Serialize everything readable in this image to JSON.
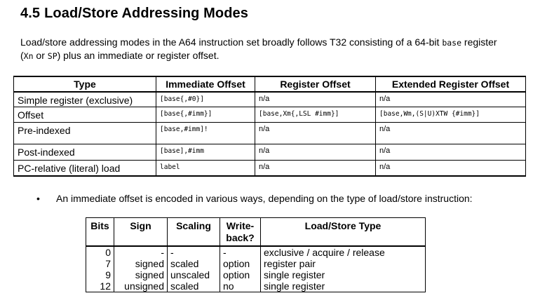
{
  "section": {
    "number": "4.5",
    "title": "Load/Store Addressing Modes"
  },
  "intro": {
    "part1": "Load/store addressing modes in the A64 instruction set broadly follows T32 consisting of a 64-bit ",
    "code1": "base",
    "part2": " register",
    "open_paren": "(",
    "code2": "Xn",
    "part3": " or ",
    "code3": "SP",
    "part4": ") plus an immediate or register offset."
  },
  "modes_table": {
    "headers": [
      "Type",
      "Immediate Offset",
      "Register Offset",
      "Extended Register Offset"
    ],
    "rows": [
      [
        "Simple register (exclusive)",
        "[base{,#0}]",
        "n/a",
        "n/a"
      ],
      [
        "Offset",
        "[base{,#imm}]",
        "[base,Xm{,LSL #imm}]",
        "[base,Wm,(S|U)XTW {#imm}]"
      ],
      [
        "Pre-indexed",
        "[base,#imm]!",
        "n/a",
        "n/a"
      ],
      [
        "Post-indexed",
        "[base],#imm",
        "n/a",
        "n/a"
      ],
      [
        "PC-relative (literal) load",
        "label",
        "n/a",
        "n/a"
      ]
    ]
  },
  "bullet": {
    "symbol": "•",
    "text": "An immediate offset is encoded in various ways, depending on the type of load/store instruction:"
  },
  "bits_table": {
    "headers": {
      "bits": "Bits",
      "sign": "Sign",
      "scaling": "Scaling",
      "writeback_1": "Write-",
      "writeback_2": "back?",
      "type": "Load/Store Type"
    },
    "rows": [
      [
        "0",
        "-",
        "-",
        "-",
        "exclusive / acquire / release"
      ],
      [
        "7",
        "signed",
        "scaled",
        "option",
        "register pair"
      ],
      [
        "9",
        "signed",
        "unscaled",
        "option",
        "single register"
      ],
      [
        "12",
        "unsigned",
        "scaled",
        "no",
        "single register"
      ]
    ]
  }
}
